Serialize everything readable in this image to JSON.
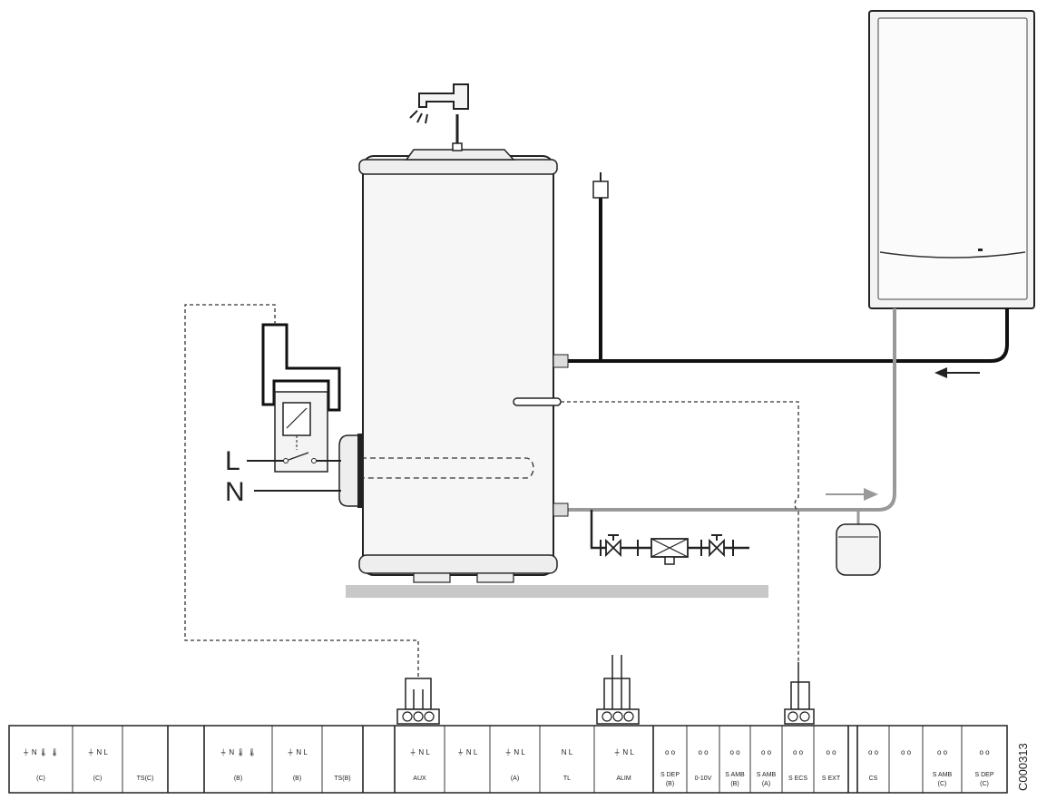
{
  "labels": {
    "live": "L",
    "neutral": "N",
    "code": "C000313"
  },
  "icons": [
    "faucet-icon",
    "air-vent-icon",
    "expansion-vessel-icon",
    "valve-icon",
    "filter-icon",
    "relay-icon",
    "pump-icon",
    "sensor-icon",
    "mixing-valve-icon"
  ],
  "terminals": [
    {
      "top": "⏚ N 🌡 🌡",
      "bottom": "(C)"
    },
    {
      "top": "⏚ N L",
      "bottom": "(C)"
    },
    {
      "top": "",
      "bottom": "TS(C)"
    },
    {
      "top": "",
      "bottom": ""
    },
    {
      "top": "⏚ N 🌡 🌡",
      "bottom": "(B)"
    },
    {
      "top": "⏚ N L",
      "bottom": "(B)"
    },
    {
      "top": "",
      "bottom": "TS(B)"
    },
    {
      "top": "",
      "bottom": ""
    },
    {
      "top": "⏚ N L",
      "bottom": "AUX"
    },
    {
      "top": "⏚ N L",
      "bottom": ""
    },
    {
      "top": "⏚ N L",
      "bottom": "(A)"
    },
    {
      "top": "N L",
      "bottom": "TL"
    },
    {
      "top": "⏚ N L",
      "bottom": "ALIM"
    },
    {
      "top": "o o",
      "bottom": "S DEP",
      "bottom2": "(B)"
    },
    {
      "top": "o o",
      "bottom": "0-10V"
    },
    {
      "top": "o o",
      "bottom": "S AMB",
      "bottom2": "(B)"
    },
    {
      "top": "o o",
      "bottom": "S AMB",
      "bottom2": "(A)"
    },
    {
      "top": "o o",
      "bottom": "S ECS"
    },
    {
      "top": "o o",
      "bottom": "S EXT"
    },
    {
      "top": "",
      "bottom": ""
    },
    {
      "top": "o o",
      "bottom": "CS"
    },
    {
      "top": "o o",
      "bottom": ""
    },
    {
      "top": "o o",
      "bottom": "S AMB",
      "bottom2": "(C)"
    },
    {
      "top": "o o",
      "bottom": "S DEP",
      "bottom2": "(C)"
    }
  ]
}
